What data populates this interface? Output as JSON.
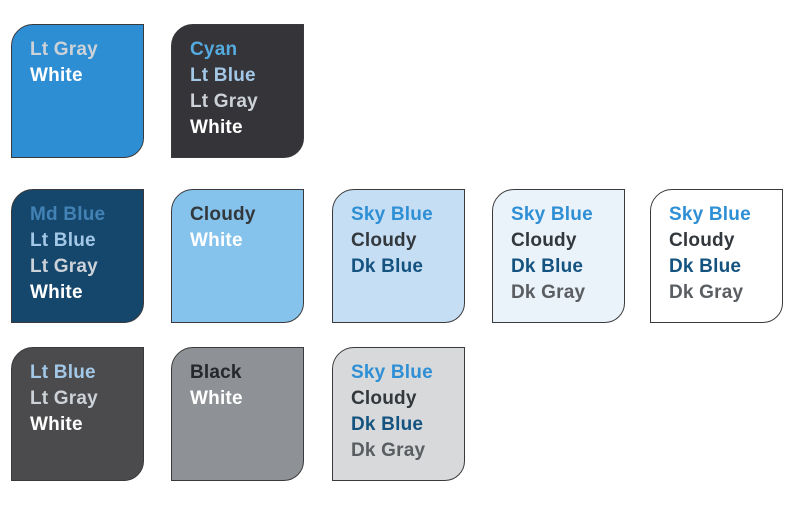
{
  "board": {
    "background": "#ffffff",
    "card_border": "#3a393b"
  },
  "palette_colors": {
    "sky_blue": "#2e8fd5",
    "cyan": "#55aadf",
    "md_blue": "#4382b5",
    "lt_blue": "#a3c8e7",
    "lt_gray": "#ccd2d8",
    "white": "#ffffff",
    "cloudy": "#33383d",
    "dk_blue": "#14537f",
    "dk_gray": "#5a5e62",
    "black": "#26282b"
  },
  "cards": [
    {
      "bg": "#2e8ed4",
      "lines": [
        {
          "label": "Lt Gray",
          "color": "#ccd2d8"
        },
        {
          "label": "White",
          "color": "#ffffff"
        }
      ]
    },
    {
      "bg": "#353438",
      "lines": [
        {
          "label": "Cyan",
          "color": "#55aadf"
        },
        {
          "label": "Lt Blue",
          "color": "#a3c8e7"
        },
        {
          "label": "Lt Gray",
          "color": "#ccd2d8"
        },
        {
          "label": "White",
          "color": "#ffffff"
        }
      ]
    },
    {
      "bg": "#15466c",
      "lines": [
        {
          "label": "Md Blue",
          "color": "#4382b5"
        },
        {
          "label": "Lt Blue",
          "color": "#a3c8e7"
        },
        {
          "label": "Lt Gray",
          "color": "#ccd2d8"
        },
        {
          "label": "White",
          "color": "#ffffff"
        }
      ]
    },
    {
      "bg": "#85c3ec",
      "lines": [
        {
          "label": "Cloudy",
          "color": "#33383d"
        },
        {
          "label": "White",
          "color": "#ffffff"
        }
      ]
    },
    {
      "bg": "#c5def3",
      "lines": [
        {
          "label": "Sky Blue",
          "color": "#2e8fd5"
        },
        {
          "label": "Cloudy",
          "color": "#33383d"
        },
        {
          "label": "Dk Blue",
          "color": "#14537f"
        }
      ]
    },
    {
      "bg": "#eaf2fa",
      "lines": [
        {
          "label": "Sky Blue",
          "color": "#2e8fd5"
        },
        {
          "label": "Cloudy",
          "color": "#33383d"
        },
        {
          "label": "Dk Blue",
          "color": "#14537f"
        },
        {
          "label": "Dk Gray",
          "color": "#5a5e62"
        }
      ]
    },
    {
      "bg": "#ffffff",
      "lines": [
        {
          "label": "Sky Blue",
          "color": "#2e8fd5"
        },
        {
          "label": "Cloudy",
          "color": "#33383d"
        },
        {
          "label": "Dk Blue",
          "color": "#14537f"
        },
        {
          "label": "Dk Gray",
          "color": "#5a5e62"
        }
      ]
    },
    {
      "bg": "#4b4b4d",
      "lines": [
        {
          "label": "Lt Blue",
          "color": "#a3c8e7"
        },
        {
          "label": "Lt Gray",
          "color": "#ccd2d8"
        },
        {
          "label": "White",
          "color": "#ffffff"
        }
      ]
    },
    {
      "bg": "#8e9195",
      "lines": [
        {
          "label": "Black",
          "color": "#26282b"
        },
        {
          "label": "White",
          "color": "#ffffff"
        }
      ]
    },
    {
      "bg": "#d7d9db",
      "lines": [
        {
          "label": "Sky Blue",
          "color": "#2e8fd5"
        },
        {
          "label": "Cloudy",
          "color": "#33383d"
        },
        {
          "label": "Dk Blue",
          "color": "#14537f"
        },
        {
          "label": "Dk Gray",
          "color": "#5a5e62"
        }
      ]
    }
  ]
}
